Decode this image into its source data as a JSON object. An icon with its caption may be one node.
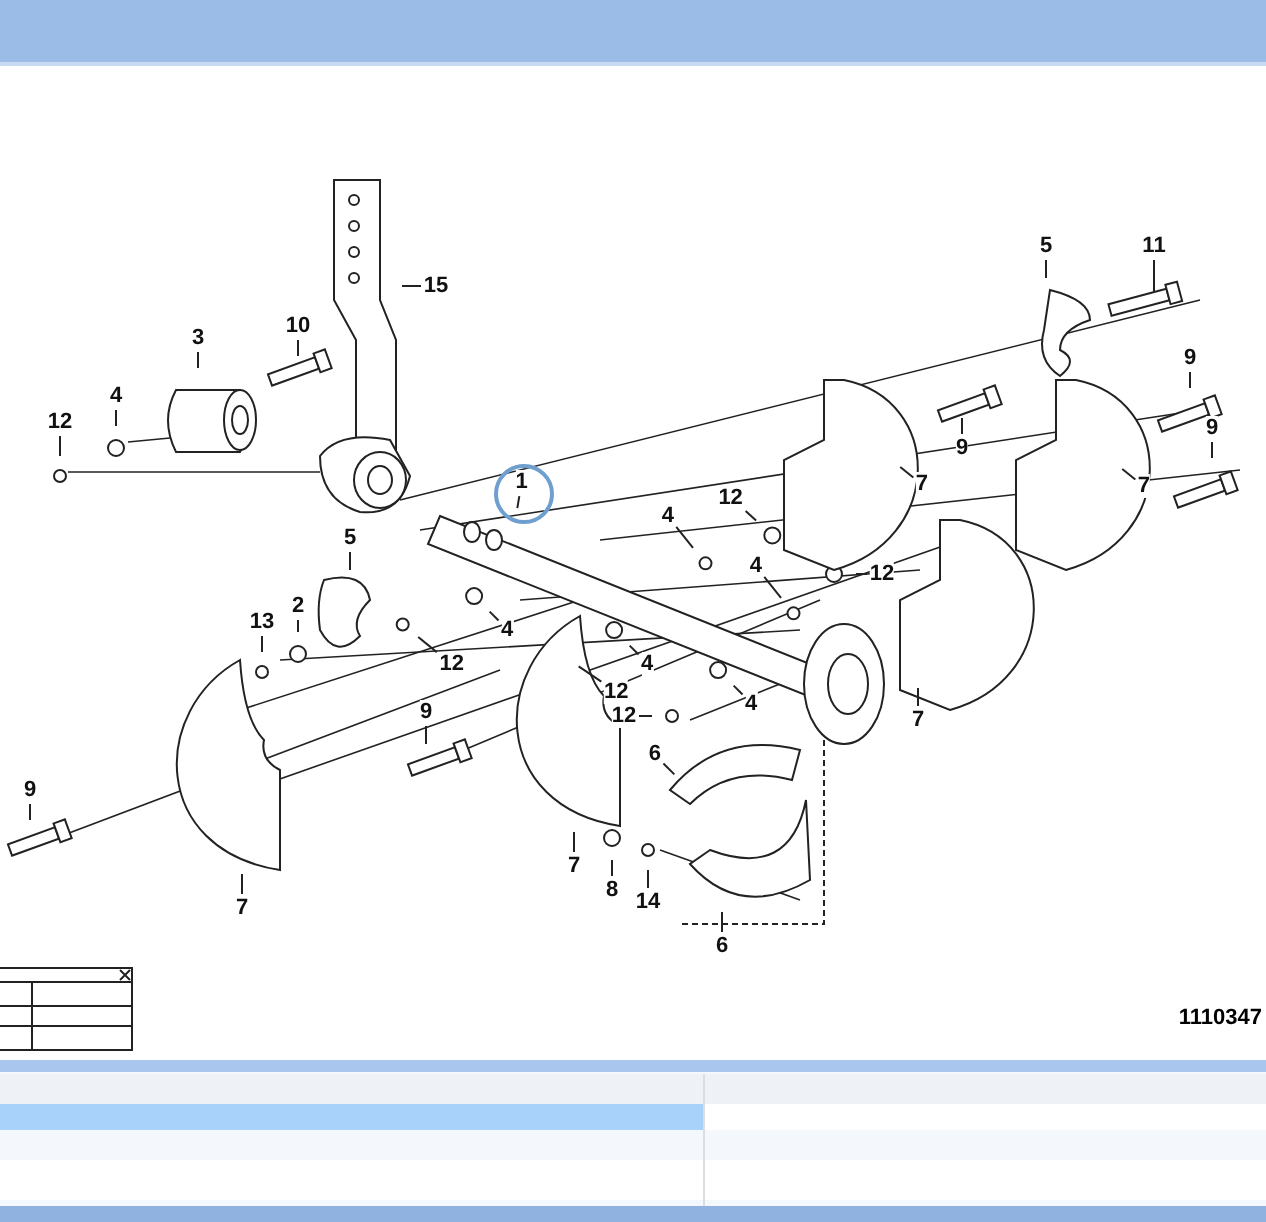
{
  "diagram": {
    "nodes": [
      {
        "text": [
          "15"
        ]
      },
      {
        "text": [
          "5"
        ]
      },
      {
        "text": [
          "11"
        ]
      },
      {
        "text": [
          "3"
        ]
      },
      {
        "text": [
          "10"
        ]
      },
      {
        "text": [
          "9"
        ]
      },
      {
        "text": [
          "4"
        ]
      },
      {
        "text": [
          "12"
        ]
      },
      {
        "text": [
          "9"
        ]
      },
      {
        "text": [
          "9"
        ]
      },
      {
        "text": [
          "7"
        ]
      },
      {
        "text": [
          "7"
        ]
      },
      {
        "text": [
          "1"
        ]
      },
      {
        "text": [
          "12"
        ]
      },
      {
        "text": [
          "5"
        ]
      },
      {
        "text": [
          "4"
        ]
      },
      {
        "text": [
          "12"
        ]
      },
      {
        "text": [
          "4"
        ]
      },
      {
        "text": [
          "2"
        ]
      },
      {
        "text": [
          "13"
        ]
      },
      {
        "text": [
          "4"
        ]
      },
      {
        "text": [
          "12"
        ]
      },
      {
        "text": [
          "4"
        ]
      },
      {
        "text": [
          "12"
        ]
      },
      {
        "text": [
          "4"
        ]
      },
      {
        "text": [
          "12"
        ]
      },
      {
        "text": [
          "7"
        ]
      },
      {
        "text": [
          "9"
        ]
      },
      {
        "text": [
          "6"
        ]
      },
      {
        "text": [
          "9"
        ]
      },
      {
        "text": [
          "7"
        ]
      },
      {
        "text": [
          "8"
        ]
      },
      {
        "text": [
          "14"
        ]
      },
      {
        "text": [
          "7"
        ]
      },
      {
        "text": [
          "6"
        ]
      }
    ],
    "edges": [
      {
        "from": 0,
        "to": null,
        "arrow": "none"
      },
      {
        "from": 1,
        "to": null,
        "arrow": "none"
      },
      {
        "from": 2,
        "to": null,
        "arrow": "none"
      },
      {
        "from": 3,
        "to": null,
        "arrow": "none"
      },
      {
        "from": 4,
        "to": null,
        "arrow": "none"
      },
      {
        "from": 5,
        "to": null,
        "arrow": "none"
      },
      {
        "from": 6,
        "to": null,
        "arrow": "none"
      },
      {
        "from": 7,
        "to": null,
        "arrow": "none"
      },
      {
        "from": 8,
        "to": null,
        "arrow": "none"
      },
      {
        "from": 9,
        "to": null,
        "arrow": "none"
      },
      {
        "from": 10,
        "to": null,
        "arrow": "none"
      },
      {
        "from": 11,
        "to": null,
        "arrow": "none"
      },
      {
        "from": 12,
        "to": null,
        "arrow": "none"
      },
      {
        "from": 13,
        "to": null,
        "arrow": "none"
      },
      {
        "from": 14,
        "to": null,
        "arrow": "none"
      },
      {
        "from": 15,
        "to": null,
        "arrow": "none"
      },
      {
        "from": 16,
        "to": null,
        "arrow": "none"
      },
      {
        "from": 17,
        "to": null,
        "arrow": "none"
      },
      {
        "from": 18,
        "to": null,
        "arrow": "none"
      },
      {
        "from": 19,
        "to": null,
        "arrow": "none"
      },
      {
        "from": 20,
        "to": null,
        "arrow": "none"
      },
      {
        "from": 21,
        "to": null,
        "arrow": "none"
      },
      {
        "from": 22,
        "to": null,
        "arrow": "none"
      },
      {
        "from": 23,
        "to": null,
        "arrow": "none"
      },
      {
        "from": 24,
        "to": null,
        "arrow": "none"
      },
      {
        "from": 25,
        "to": null,
        "arrow": "none"
      },
      {
        "from": 26,
        "to": null,
        "arrow": "none"
      },
      {
        "from": 27,
        "to": null,
        "arrow": "none"
      },
      {
        "from": 28,
        "to": null,
        "arrow": "none"
      },
      {
        "from": 29,
        "to": null,
        "arrow": "none"
      },
      {
        "from": 30,
        "to": null,
        "arrow": "none"
      },
      {
        "from": 31,
        "to": null,
        "arrow": "none"
      },
      {
        "from": 32,
        "to": null,
        "arrow": "none"
      },
      {
        "from": 33,
        "to": null,
        "arrow": "none"
      },
      {
        "from": 34,
        "to": null,
        "arrow": "none"
      }
    ],
    "labels": [
      "1110347"
    ]
  }
}
